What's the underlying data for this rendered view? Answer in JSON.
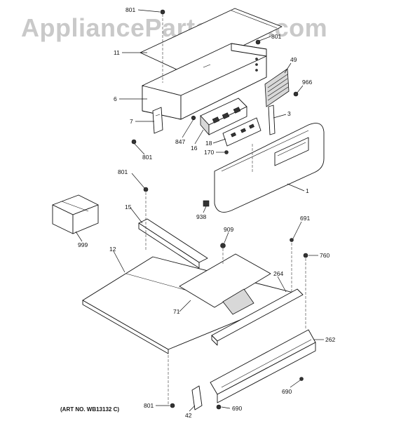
{
  "watermark": "AppliancePartsPros.com",
  "art_number": "(ART NO. WB13132 C)",
  "callouts": {
    "c801_top": "801",
    "c801_upper_right": "801",
    "c11": "11",
    "c49": "49",
    "c966": "966",
    "c6": "6",
    "c3": "3",
    "c7": "7",
    "c847": "847",
    "c16": "16",
    "c18": "18",
    "c801_mid": "801",
    "c170": "170",
    "c1": "1",
    "c801_left": "801",
    "c15": "15",
    "c938": "938",
    "c999": "999",
    "c691": "691",
    "c909": "909",
    "c12": "12",
    "c760": "760",
    "c264": "264",
    "c71": "71",
    "c262": "262",
    "c690_right": "690",
    "c801_bottom": "801",
    "c690_bottom": "690",
    "c42": "42"
  }
}
